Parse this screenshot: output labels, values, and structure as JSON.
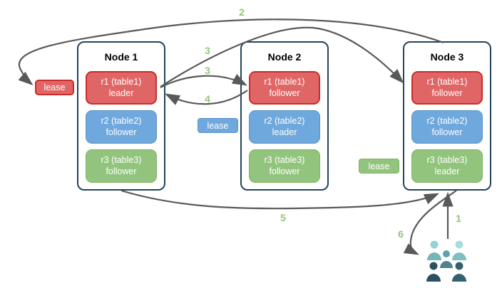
{
  "nodes": [
    {
      "label": "Node 1",
      "replicas": [
        {
          "name": "r1 (table1)",
          "role": "leader",
          "color": "#e06666"
        },
        {
          "name": "r2 (table2)",
          "role": "follower",
          "color": "#6fa8dc"
        },
        {
          "name": "r3 (table3)",
          "role": "follower",
          "color": "#93c47d"
        }
      ]
    },
    {
      "label": "Node 2",
      "replicas": [
        {
          "name": "r1 (table1)",
          "role": "follower",
          "color": "#e06666"
        },
        {
          "name": "r2 (table2)",
          "role": "leader",
          "color": "#6fa8dc"
        },
        {
          "name": "r3 (table3)",
          "role": "follower",
          "color": "#93c47d"
        }
      ]
    },
    {
      "label": "Node 3",
      "replicas": [
        {
          "name": "r1 (table1)",
          "role": "follower",
          "color": "#e06666"
        },
        {
          "name": "r2 (table2)",
          "role": "follower",
          "color": "#6fa8dc"
        },
        {
          "name": "r3 (table3)",
          "role": "leader",
          "color": "#93c47d"
        }
      ]
    }
  ],
  "leases": [
    {
      "label": "lease",
      "color": "#e06666"
    },
    {
      "label": "lease",
      "color": "#6fa8dc"
    },
    {
      "label": "lease",
      "color": "#93c47d"
    }
  ],
  "steps": {
    "s1": "1",
    "s2": "2",
    "s3a": "3",
    "s3b": "3",
    "s4": "4",
    "s5": "5",
    "s6": "6"
  },
  "icons": {
    "client": "users-icon"
  },
  "colors": {
    "arrow": "#595959",
    "step_label": "#93c47d",
    "node_border": "#23445d",
    "red_fill": "#e06666",
    "red_border": "#cc2b2b",
    "blue_fill": "#6fa8dc",
    "blue_border": "#5a93cc",
    "green_fill": "#93c47d",
    "green_border": "#82b366",
    "client_light_teal": "#a9dddd",
    "client_teal": "#74b5b8",
    "client_slate": "#53808d",
    "client_navy": "#2d4f63",
    "client_dark_teal": "#35606e"
  }
}
